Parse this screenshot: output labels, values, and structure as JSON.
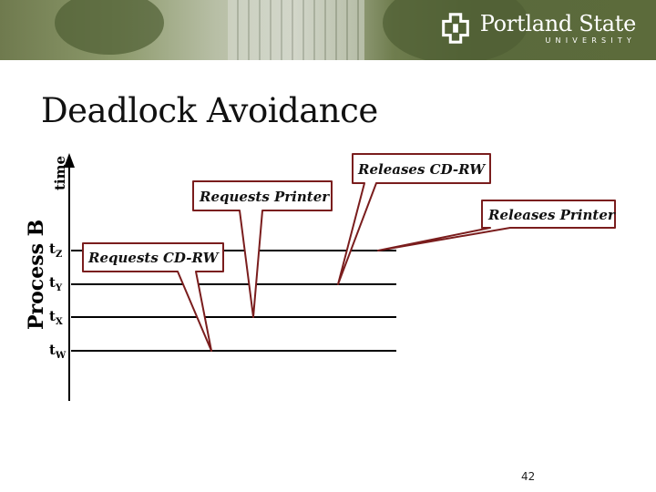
{
  "banner": {
    "logo_name": "Portland State",
    "logo_sub": "UNIVERSITY"
  },
  "slide": {
    "title": "Deadlock Avoidance",
    "page_number": "42"
  },
  "diagram": {
    "vertical_axis_label": "time",
    "process_label": "Process B",
    "time_labels": [
      {
        "main": "t",
        "sub": "Z"
      },
      {
        "main": "t",
        "sub": "Y"
      },
      {
        "main": "t",
        "sub": "X"
      },
      {
        "main": "t",
        "sub": "W"
      }
    ],
    "callouts": [
      {
        "text": "Releases CD-RW"
      },
      {
        "text": "Requests Printer"
      },
      {
        "text": "Releases Printer"
      },
      {
        "text": "Requests CD-RW"
      }
    ],
    "colors": {
      "callout_border": "#7a1d1d",
      "line": "#000000"
    }
  }
}
